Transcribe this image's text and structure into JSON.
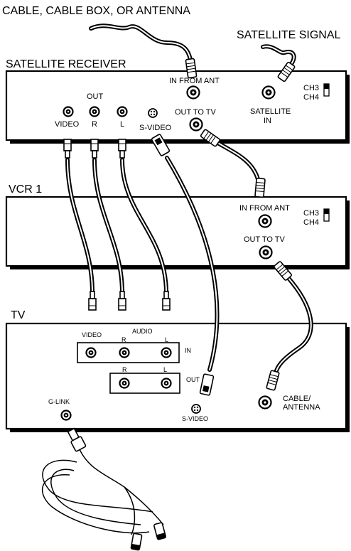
{
  "labels": {
    "cable_source": "CABLE, CABLE BOX, OR ANTENNA",
    "satellite_signal": "SATELLITE SIGNAL"
  },
  "satellite_receiver": {
    "title": "SATELLITE RECEIVER",
    "in_from_ant": "IN FROM ANT",
    "out_to_tv": "OUT TO TV",
    "satellite_in_1": "SATELLITE",
    "satellite_in_2": "IN",
    "ch3": "CH3",
    "ch4": "CH4",
    "out": "OUT",
    "video": "VIDEO",
    "r": "R",
    "l": "L",
    "s_video": "S-VIDEO"
  },
  "vcr": {
    "title": "VCR 1",
    "in_from_ant": "IN FROM ANT",
    "out_to_tv": "OUT TO TV",
    "ch3": "CH3",
    "ch4": "CH4"
  },
  "tv": {
    "title": "TV",
    "video": "VIDEO",
    "audio": "AUDIO",
    "in_r": "R",
    "in_l": "L",
    "in": "IN",
    "out_r": "R",
    "out_l": "L",
    "out": "OUT",
    "s_video": "S-VIDEO",
    "cable_antenna_1": "CABLE/",
    "cable_antenna_2": "ANTENNA",
    "g_link": "G-LINK"
  }
}
